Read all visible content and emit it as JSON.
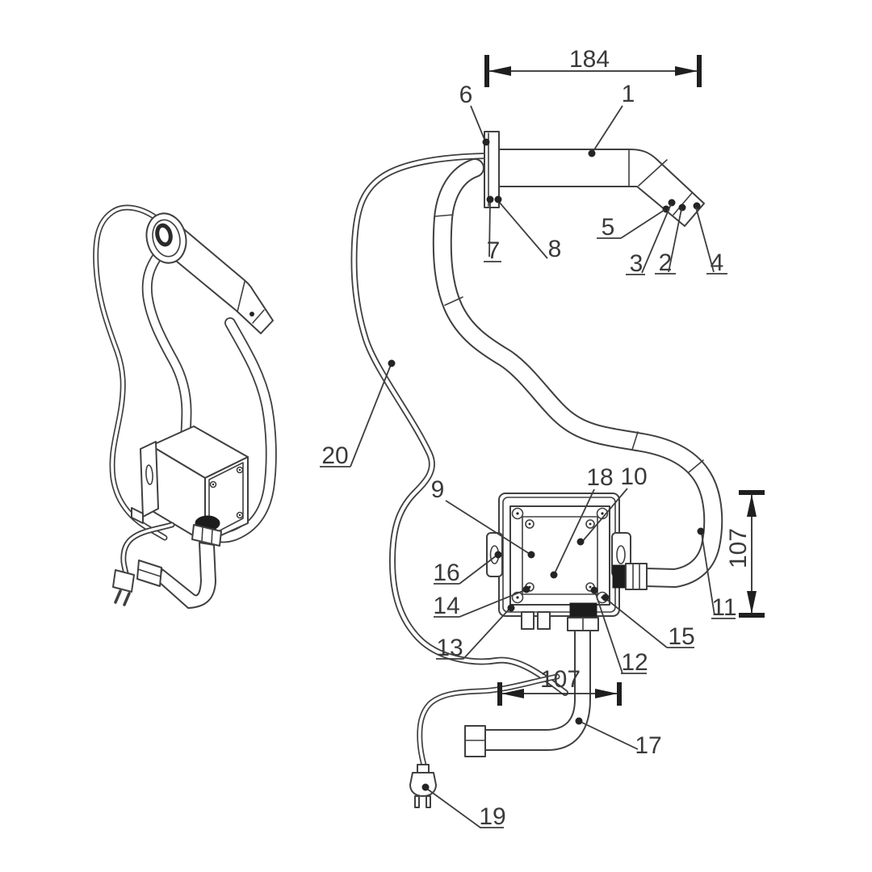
{
  "drawing": {
    "type": "technical-line-drawing",
    "background": "#ffffff",
    "colors": {
      "line": "#404040",
      "dark": "#1f1f1f",
      "text": "#3a3a3a"
    }
  },
  "callouts": {
    "c1": {
      "label": "1"
    },
    "c2": {
      "label": "2"
    },
    "c3": {
      "label": "3"
    },
    "c4": {
      "label": "4"
    },
    "c5": {
      "label": "5"
    },
    "c6": {
      "label": "6"
    },
    "c7": {
      "label": "7"
    },
    "c8": {
      "label": "8"
    },
    "c9": {
      "label": "9"
    },
    "c10": {
      "label": "10"
    },
    "c11": {
      "label": "11"
    },
    "c12": {
      "label": "12"
    },
    "c13": {
      "label": "13"
    },
    "c14": {
      "label": "14"
    },
    "c15": {
      "label": "15"
    },
    "c16": {
      "label": "16"
    },
    "c17": {
      "label": "17"
    },
    "c18": {
      "label": "18"
    },
    "c19": {
      "label": "19"
    },
    "c20": {
      "label": "20"
    }
  },
  "dimensions": {
    "top_width": {
      "value": "184"
    },
    "right_height": {
      "value": "107"
    },
    "bottom_width": {
      "value": "107"
    }
  }
}
